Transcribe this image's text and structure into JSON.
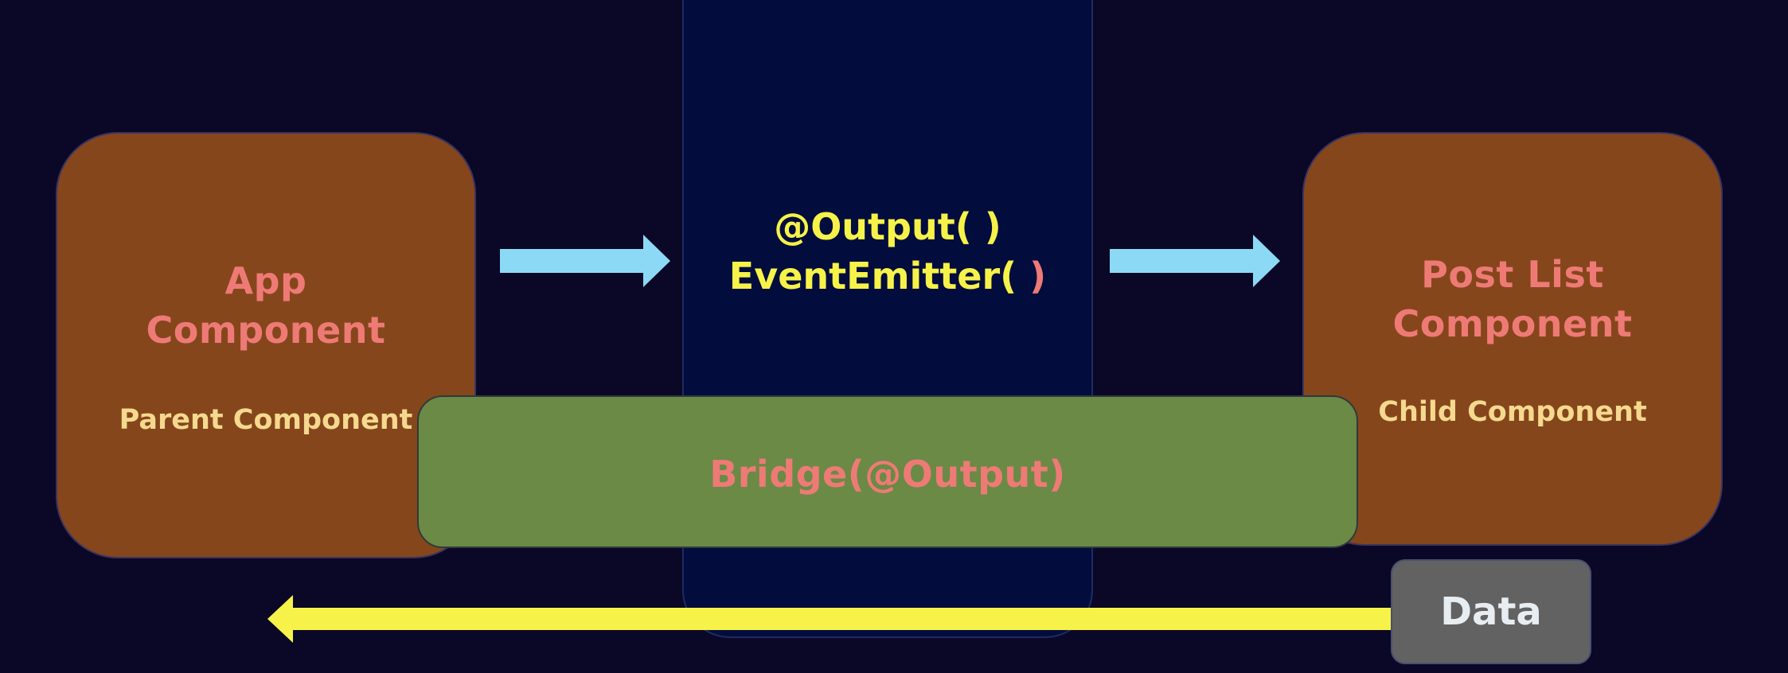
{
  "parent": {
    "title_line1": "App",
    "title_line2": "Component",
    "subtitle": "Parent Component"
  },
  "child": {
    "title_line1": "Post List",
    "title_line2": "Component",
    "subtitle": "Child Component"
  },
  "middle": {
    "line1": "@Output( )",
    "line2_prefix": "EventEmitter( ",
    "line2_suffix": ")"
  },
  "bridge": {
    "label": "Bridge(@Output)"
  },
  "data": {
    "label": "Data"
  },
  "colors": {
    "background": "#0b0827",
    "center_panel": "#030d3d",
    "component_box": "#86461c",
    "bridge": "#6a8a45",
    "data_box": "#626262",
    "title_text": "#ee7a76",
    "subtitle_text": "#f5d98e",
    "code_text": "#f6f249",
    "code_accent": "#ee7a76",
    "arrow_blue": "#8cd9f5",
    "arrow_yellow": "#f6f249",
    "data_text": "#e8edf2"
  },
  "icons": [
    "arrow-right-icon",
    "arrow-right-icon",
    "arrow-left-icon"
  ]
}
